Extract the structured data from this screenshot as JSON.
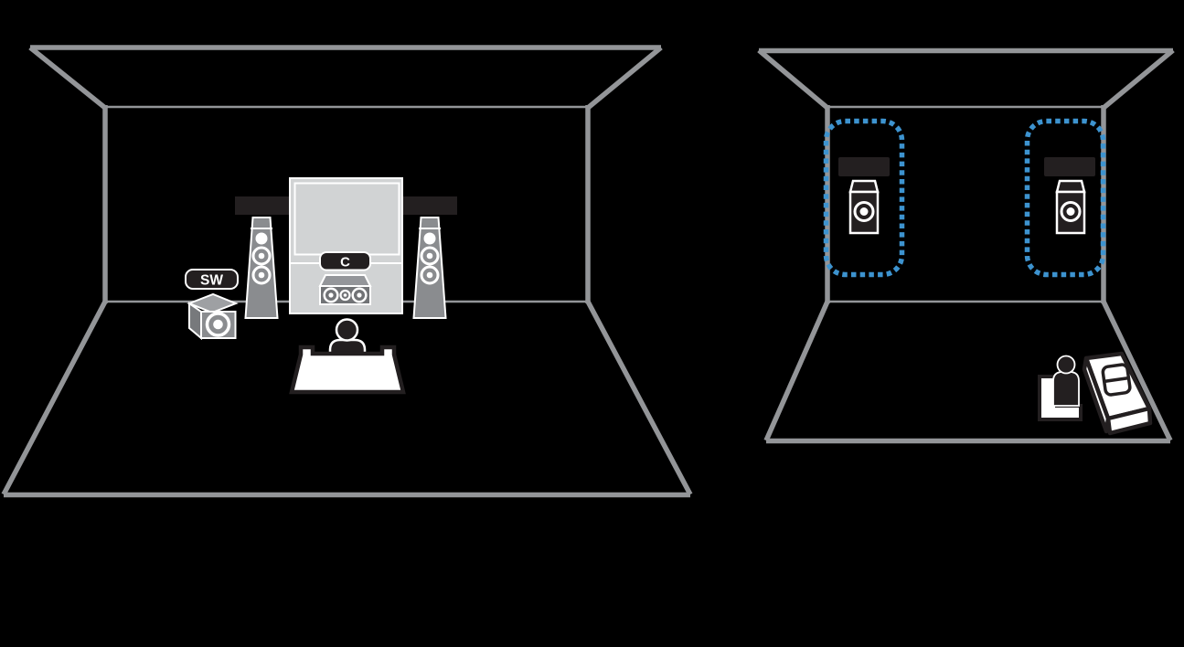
{
  "diagram": {
    "main_room": {
      "subwoofer_label": "SW",
      "center_speaker_label": "C"
    },
    "second_room": {
      "wireless_speaker_count": 2
    },
    "colors": {
      "background": "#000000",
      "room_outline_gray": "#939598",
      "speaker_gray": "#8a8c8f",
      "tv_gray": "#d1d3d4",
      "ink_black": "#231f20",
      "highlight_blue": "#3d93cf",
      "white": "#ffffff"
    }
  }
}
